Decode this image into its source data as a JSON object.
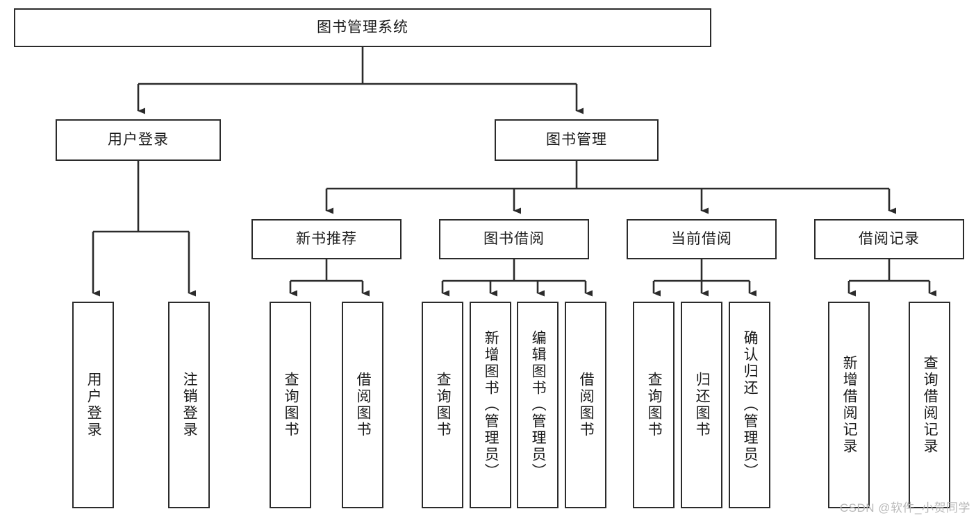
{
  "diagram": {
    "title": "图书管理系统",
    "type": "hierarchy-tree",
    "stroke_color": "#2b2b2b",
    "fill_color": "#ffffff",
    "text_color": "#1a1a1a",
    "levels": {
      "root": {
        "label": "图书管理系统"
      },
      "level2": [
        {
          "id": "user-login",
          "label": "用户登录"
        },
        {
          "id": "book-management",
          "label": "图书管理"
        }
      ],
      "level3": [
        {
          "id": "new-book-recommend",
          "label": "新书推荐"
        },
        {
          "id": "book-borrow",
          "label": "图书借阅"
        },
        {
          "id": "current-borrow",
          "label": "当前借阅"
        },
        {
          "id": "borrow-record",
          "label": "借阅记录"
        }
      ],
      "level4": [
        {
          "id": "leaf-user-login",
          "label": "用户登录",
          "parent": "user-login"
        },
        {
          "id": "leaf-logout",
          "label": "注销登录",
          "parent": "user-login"
        },
        {
          "id": "leaf-query-book-1",
          "label": "查询图书",
          "parent": "new-book-recommend"
        },
        {
          "id": "leaf-borrow-book-1",
          "label": "借阅图书",
          "parent": "new-book-recommend"
        },
        {
          "id": "leaf-query-book-2",
          "label": "查询图书",
          "parent": "book-borrow"
        },
        {
          "id": "leaf-add-book",
          "label": "新增图书（管理员）",
          "parent": "book-borrow"
        },
        {
          "id": "leaf-edit-book",
          "label": "编辑图书（管理员）",
          "parent": "book-borrow"
        },
        {
          "id": "leaf-borrow-book-2",
          "label": "借阅图书",
          "parent": "book-borrow"
        },
        {
          "id": "leaf-query-book-3",
          "label": "查询图书",
          "parent": "current-borrow"
        },
        {
          "id": "leaf-return-book",
          "label": "归还图书",
          "parent": "current-borrow"
        },
        {
          "id": "leaf-confirm-return",
          "label": "确认归还（管理员）",
          "parent": "current-borrow"
        },
        {
          "id": "leaf-add-record",
          "label": "新增借阅记录",
          "parent": "borrow-record"
        },
        {
          "id": "leaf-query-record",
          "label": "查询借阅记录",
          "parent": "borrow-record"
        }
      ]
    }
  },
  "watermark": {
    "text": "CSDN @软件_小贺同学"
  }
}
